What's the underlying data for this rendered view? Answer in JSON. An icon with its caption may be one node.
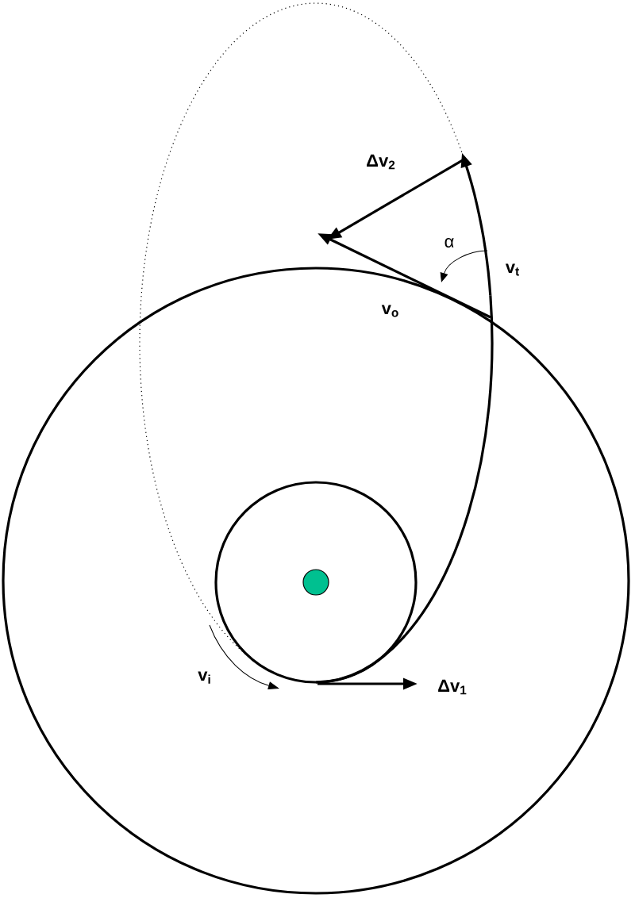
{
  "diagram": {
    "labels": [
      "Δv$_{2}$",
      "α",
      "v$_{t}$",
      "v$_{o}$",
      "v$_{i}$",
      "Δv$_{1}$"
    ]
  }
}
